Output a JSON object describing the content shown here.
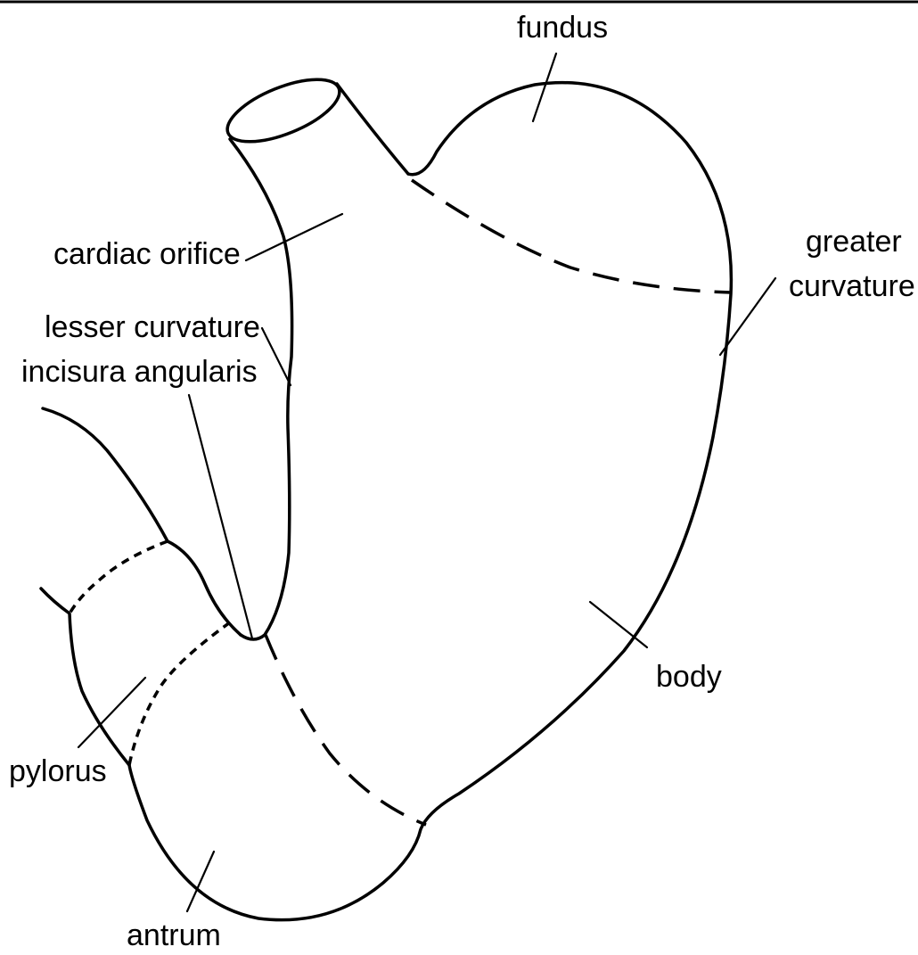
{
  "labels": {
    "fundus": "fundus",
    "cardiac_orifice": "cardiac orifice",
    "greater_curvature_line1": "greater",
    "greater_curvature_line2": "curvature",
    "lesser_curvature": "lesser curvature",
    "incisura_angularis": "incisura angularis",
    "body": "body",
    "pylorus": "pylorus",
    "antrum": "antrum"
  },
  "colors": {
    "ink": "#000000",
    "background": "#ffffff"
  }
}
